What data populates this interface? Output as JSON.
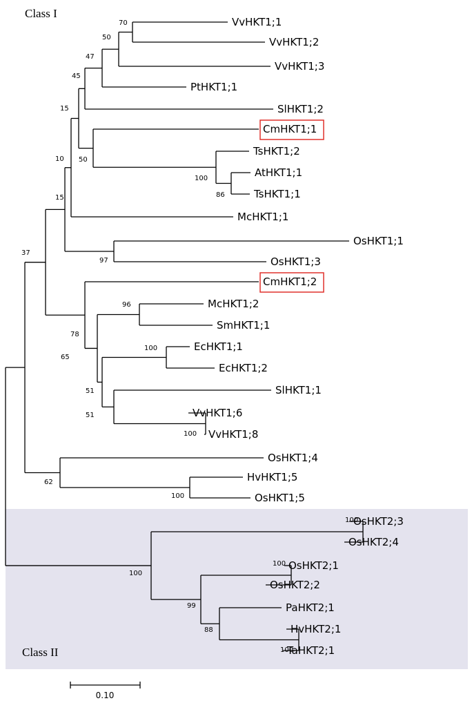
{
  "figure": {
    "class_labels": [
      "Class I",
      "Class II"
    ],
    "scale_bar_label": "0.10",
    "highlight_color": "#e0312b",
    "class2_background": "#e4e3ee"
  },
  "leaves": [
    "VvHKT1;1",
    "VvHKT1;2",
    "VvHKT1;3",
    "PtHKT1;1",
    "SlHKT1;2",
    "CmHKT1;1",
    "TsHKT1;2",
    "AtHKT1;1",
    "TsHKT1;1",
    "McHKT1;1",
    "OsHKT1;1",
    "OsHKT1;3",
    "CmHKT1;2",
    "McHKT1;2",
    "SmHKT1;1",
    "EcHKT1;1",
    "EcHKT1;2",
    "SlHKT1;1",
    "VvHKT1;6",
    "VvHKT1;8",
    "OsHKT1;4",
    "HvHKT1;5",
    "OsHKT1;5",
    "OsHKT2;3",
    "OsHKT2;4",
    "OsHKT2;1",
    "OsHKT2;2",
    "PaHKT2;1",
    "HvHKT2;1",
    "TaHKT2;1"
  ],
  "highlighted_leaves": [
    "CmHKT1;1",
    "CmHKT1;2"
  ],
  "bootstrap_values": [
    "70",
    "50",
    "47",
    "45",
    "15",
    "50",
    "100",
    "86",
    "10",
    "15",
    "37",
    "97",
    "96",
    "78",
    "100",
    "65",
    "51",
    "51",
    "100",
    "62",
    "100",
    "100",
    "100",
    "100",
    "99",
    "88",
    "100"
  ]
}
